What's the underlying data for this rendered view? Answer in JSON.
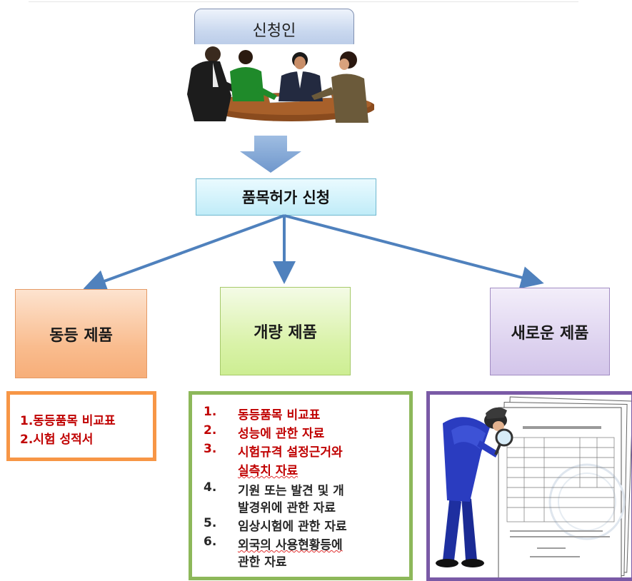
{
  "applicant": {
    "label": "신청인"
  },
  "application": {
    "label": "품목허가 신청"
  },
  "categories": [
    {
      "label": "동등 제품"
    },
    {
      "label": "개량 제품"
    },
    {
      "label": "새로운 제품"
    }
  ],
  "equivalent_list": [
    "1.동등품목 비교표",
    "2.시험 성적서"
  ],
  "improved_list": [
    {
      "num": "1.",
      "lines": [
        "동등품목 비교표"
      ]
    },
    {
      "num": "2.",
      "lines": [
        "성능에 관한 자료"
      ]
    },
    {
      "num": "3.",
      "lines": [
        "시험규격 설정근거와",
        "실측치 자료"
      ]
    },
    {
      "num": "4.",
      "lines": [
        "기원 또는 발견 및 개",
        "발경위에 관한 자료"
      ]
    },
    {
      "num": "5.",
      "lines": [
        "임상시험에 관한 자료"
      ]
    },
    {
      "num": "6.",
      "lines": [
        "외국의 사용현황등에",
        "관한 자료"
      ]
    }
  ],
  "colors": {
    "arrow": "#4f81bd",
    "red_text": "#c00000",
    "orange_border": "#f79646",
    "green_border": "#8db85a",
    "purple_border": "#7a5aa6"
  },
  "icons": [
    "people-meeting-illustration",
    "down-arrow",
    "detective-with-magnifier",
    "document-stack"
  ]
}
